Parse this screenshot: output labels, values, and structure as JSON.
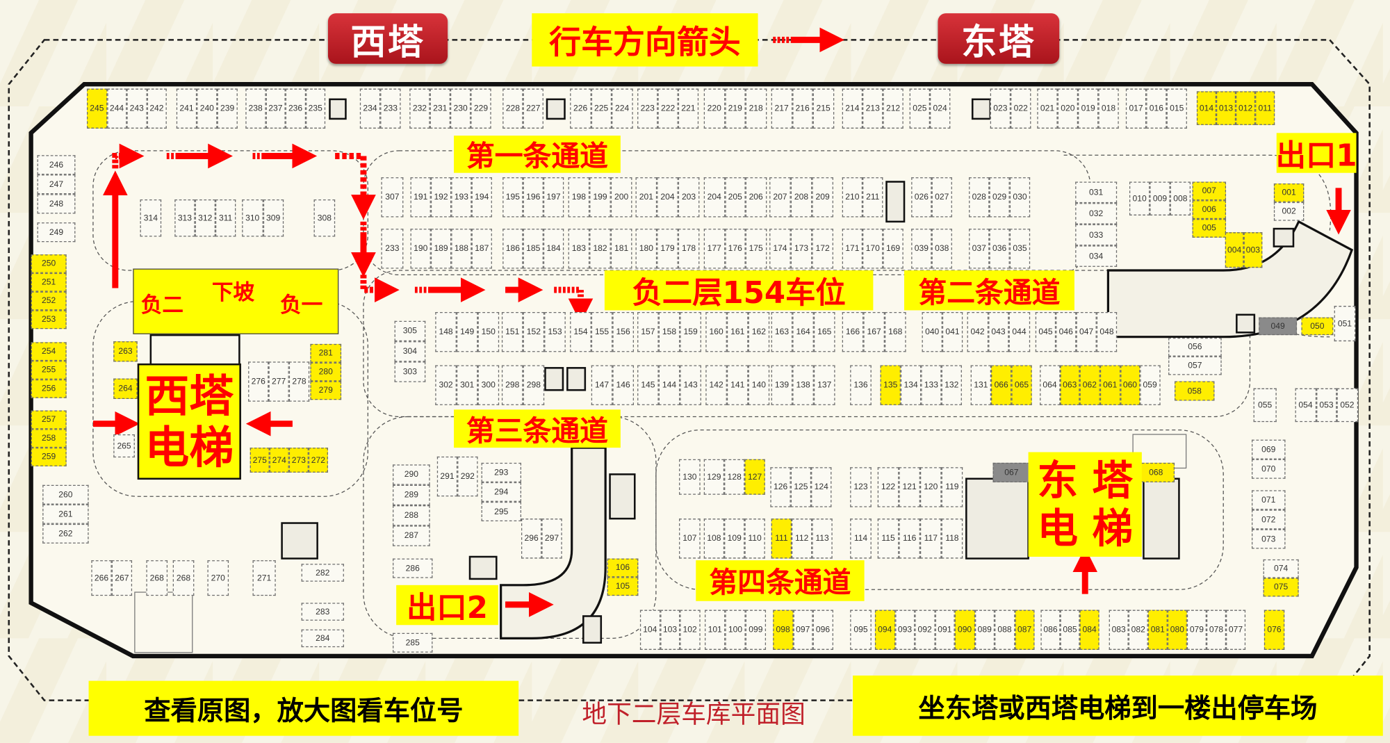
{
  "header": {
    "west_tower": "西塔",
    "direction_legend": "行车方向箭头",
    "east_tower": "东塔"
  },
  "labels": {
    "aisle_1": "第一条通道",
    "aisle_2": "第二条通道",
    "aisle_3": "第三条通道",
    "aisle_4": "第四条通道",
    "floor_count": "负二层154车位",
    "exit_1": "出口1",
    "exit_2": "出口2",
    "ramp_b2": "负二",
    "ramp_down": "下坡",
    "ramp_b1": "负一",
    "west_elevator_line1": "西塔",
    "west_elevator_line2": "电梯",
    "east_elevator_line1": "东 塔",
    "east_elevator_line2": "电 梯"
  },
  "footer": {
    "hint": "查看原图，放大图看车位号",
    "title": "地下二层车库平面图",
    "instruction": "坐东塔或西塔电梯到一楼出停车场"
  },
  "colors": {
    "highlight": "#ffee00",
    "label_bg": "#ffff00",
    "label_text": "#ff0000",
    "reserved": "#8a8a8a",
    "badge": "#c0202a"
  },
  "highlighted_yellow": [
    "245",
    "014",
    "013",
    "012",
    "011",
    "007",
    "006",
    "005",
    "004",
    "003",
    "001",
    "250",
    "251",
    "252",
    "253",
    "254",
    "255",
    "256",
    "257",
    "258",
    "259",
    "263",
    "264",
    "281",
    "280",
    "279",
    "275",
    "274",
    "273",
    "272",
    "135",
    "066",
    "065",
    "063",
    "062",
    "061",
    "060",
    "058",
    "050",
    "075",
    "106",
    "105",
    "127",
    "111",
    "098",
    "094",
    "090",
    "087",
    "084",
    "081",
    "080",
    "076",
    "068"
  ],
  "highlighted_gray": [
    "049",
    "067"
  ],
  "spot_groups": {
    "top1": [
      "245",
      "244",
      "243",
      "242"
    ],
    "top2": [
      "241",
      "240",
      "239"
    ],
    "top3": [
      "238",
      "237",
      "236",
      "235"
    ],
    "top4": [
      "234",
      "233"
    ],
    "top5": [
      "232",
      "231",
      "230",
      "229"
    ],
    "top6": [
      "228",
      "227"
    ],
    "top7": [
      "226",
      "225",
      "224"
    ],
    "top8": [
      "223",
      "222",
      "221"
    ],
    "top9": [
      "220",
      "219",
      "218"
    ],
    "top10": [
      "217",
      "216",
      "215"
    ],
    "top11": [
      "214",
      "213",
      "212"
    ],
    "top12": [
      "025",
      "024"
    ],
    "top13": [
      "023",
      "022"
    ],
    "top14": [
      "021",
      "020",
      "019",
      "018"
    ],
    "top15": [
      "017",
      "016",
      "015"
    ],
    "top16": [
      "014",
      "013",
      "012",
      "011"
    ],
    "r2a": [
      "307"
    ],
    "r2b": [
      "191",
      "192",
      "193",
      "194"
    ],
    "r2c": [
      "195",
      "196",
      "197"
    ],
    "r2d": [
      "198",
      "199",
      "200"
    ],
    "r2e": [
      "201",
      "204",
      "203"
    ],
    "r2f": [
      "204",
      "205",
      "206"
    ],
    "r2g": [
      "207",
      "208",
      "209"
    ],
    "r2h": [
      "210",
      "211"
    ],
    "r2i": [
      "026",
      "027"
    ],
    "r2j": [
      "028",
      "029",
      "030"
    ],
    "r3a": [
      "233"
    ],
    "r3b": [
      "190",
      "189",
      "188",
      "187"
    ],
    "r3c": [
      "186",
      "185",
      "184"
    ],
    "r3d": [
      "183",
      "182",
      "181"
    ],
    "r3e": [
      "180",
      "179",
      "178"
    ],
    "r3f": [
      "177",
      "176",
      "175"
    ],
    "r3g": [
      "174",
      "173",
      "172"
    ],
    "r3h": [
      "171",
      "170",
      "169"
    ],
    "r3i": [
      "039",
      "038"
    ],
    "r3j": [
      "037",
      "036",
      "035"
    ],
    "e1": [
      "031",
      "032",
      "033",
      "034"
    ],
    "e2": [
      "010",
      "009",
      "008"
    ],
    "e3": [
      "007",
      "006",
      "005"
    ],
    "e4": [
      "004",
      "003"
    ],
    "e5": [
      "001",
      "002"
    ],
    "r4a": [
      "148",
      "149",
      "150"
    ],
    "r4b": [
      "151",
      "152",
      "153"
    ],
    "r4c": [
      "154",
      "155",
      "156"
    ],
    "r4d": [
      "157",
      "158",
      "159"
    ],
    "r4e": [
      "160",
      "161",
      "162"
    ],
    "r4f": [
      "163",
      "164",
      "165"
    ],
    "r4g": [
      "166",
      "167",
      "168"
    ],
    "r4h": [
      "040",
      "041"
    ],
    "r4i": [
      "042",
      "043",
      "044"
    ],
    "r4j": [
      "045",
      "046",
      "047",
      "048"
    ],
    "r4s": [
      "305",
      "304",
      "303"
    ],
    "r5a": [
      "302",
      "301",
      "300"
    ],
    "r5b": [
      "298",
      "298"
    ],
    "r5c": [
      "147",
      "146"
    ],
    "r5d": [
      "145",
      "144",
      "143"
    ],
    "r5e": [
      "142",
      "141",
      "140"
    ],
    "r5f": [
      "139",
      "138",
      "137"
    ],
    "r5g": [
      "136"
    ],
    "r5h": [
      "135",
      "134",
      "133",
      "132"
    ],
    "r5i": [
      "131"
    ],
    "r5j": [
      "066",
      "065"
    ],
    "r5k": [
      "064",
      "063",
      "062"
    ],
    "r5l": [
      "061",
      "060",
      "059"
    ],
    "s058": [
      "058"
    ],
    "s056": [
      "056",
      "057"
    ],
    "s049": [
      "049"
    ],
    "s050": [
      "050"
    ],
    "s051": [
      "051"
    ],
    "s055": [
      "055"
    ],
    "s054": [
      "054",
      "053",
      "052"
    ],
    "s069": [
      "069",
      "070"
    ],
    "s071": [
      "071",
      "072",
      "073"
    ],
    "s074": [
      "074",
      "075"
    ],
    "w1": [
      "246",
      "247",
      "248"
    ],
    "w2": [
      "249"
    ],
    "w3": [
      "250",
      "251",
      "252",
      "253"
    ],
    "w4": [
      "254",
      "255",
      "256"
    ],
    "w5": [
      "257",
      "258",
      "259"
    ],
    "w6": [
      "260",
      "261",
      "262"
    ],
    "i1": [
      "314"
    ],
    "i2": [
      "313",
      "312",
      "311"
    ],
    "i3": [
      "310",
      "309"
    ],
    "i4": [
      "308"
    ],
    "i5": [
      "263"
    ],
    "i6": [
      "264"
    ],
    "i7": [
      "265"
    ],
    "i8": [
      "276",
      "277",
      "278"
    ],
    "i9": [
      "281",
      "280",
      "279"
    ],
    "i10": [
      "275",
      "274",
      "273",
      "272"
    ],
    "b1": [
      "266",
      "267"
    ],
    "b2": [
      "268"
    ],
    "b3": [
      "268"
    ],
    "b4": [
      "270"
    ],
    "b5": [
      "271"
    ],
    "b6": [
      "282"
    ],
    "b7": [
      "283"
    ],
    "b8": [
      "284"
    ],
    "c1": [
      "290",
      "289",
      "288",
      "287"
    ],
    "c2": [
      "291",
      "292"
    ],
    "c3": [
      "293",
      "294",
      "295"
    ],
    "c4": [
      "296",
      "297"
    ],
    "c5": [
      "286"
    ],
    "c6": [
      "285"
    ],
    "c7": [
      "106",
      "105"
    ],
    "m1": [
      "130"
    ],
    "m2": [
      "129",
      "128",
      "127"
    ],
    "m3": [
      "126",
      "125",
      "124"
    ],
    "m4": [
      "123"
    ],
    "m5": [
      "122",
      "121",
      "120",
      "119"
    ],
    "m6": [
      "107"
    ],
    "m7": [
      "108",
      "109",
      "110"
    ],
    "m8": [
      "111",
      "112",
      "113"
    ],
    "m9": [
      "114"
    ],
    "m10": [
      "115",
      "116",
      "117",
      "118"
    ],
    "m11": [
      "067"
    ],
    "m12": [
      "068"
    ],
    "bot1": [
      "104",
      "103",
      "102"
    ],
    "bot2": [
      "101",
      "100",
      "099"
    ],
    "bot3": [
      "098",
      "097",
      "096"
    ],
    "bot4": [
      "095"
    ],
    "bot5": [
      "094",
      "093",
      "092",
      "091",
      "090",
      "089",
      "088",
      "087"
    ],
    "bot6": [
      "086",
      "085",
      "084"
    ],
    "bot7": [
      "083",
      "082",
      "081",
      "080",
      "079",
      "078",
      "077"
    ],
    "bot8": [
      "076"
    ]
  }
}
